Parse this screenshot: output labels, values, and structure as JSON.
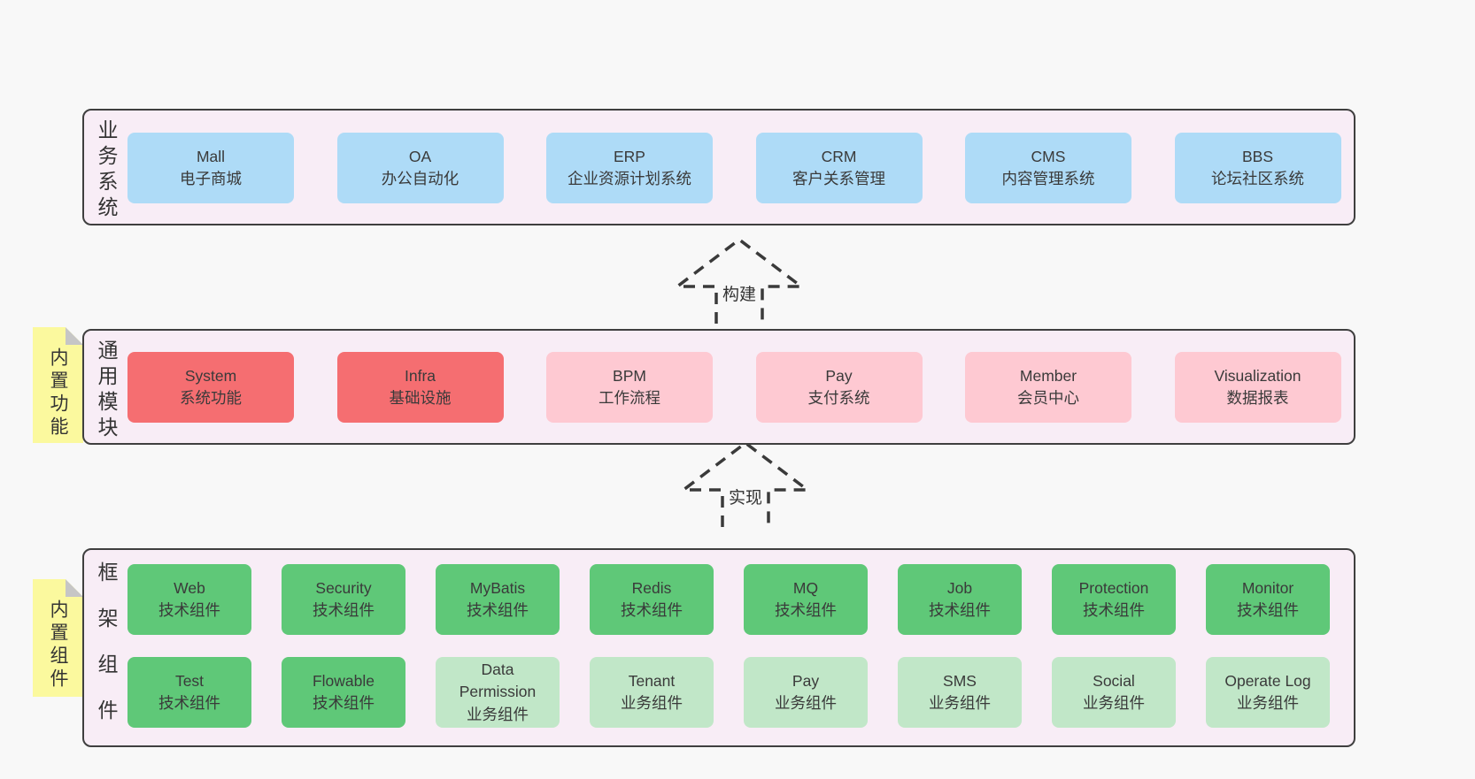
{
  "colors": {
    "page-bg": "#f8f8f8",
    "panel-bg": "#f8edf6",
    "panel-border": "#3f3f3f",
    "blue": "#aedbf7",
    "red": "#f56e71",
    "pink": "#fec9d2",
    "gdark": "#5fc878",
    "glight": "#c1e7c8",
    "sticky": "#fbf99e",
    "fold": "#c6c6c6",
    "arrow-dash": "#3a3a3a"
  },
  "panels": [
    {
      "label": "业务系统",
      "boxes": [
        {
          "en": "Mall",
          "zh": "电子商城",
          "color": "blue"
        },
        {
          "en": "OA",
          "zh": "办公自动化",
          "color": "blue"
        },
        {
          "en": "ERP",
          "zh": "企业资源计划系统",
          "color": "blue"
        },
        {
          "en": "CRM",
          "zh": "客户关系管理",
          "color": "blue"
        },
        {
          "en": "CMS",
          "zh": "内容管理系统",
          "color": "blue"
        },
        {
          "en": "BBS",
          "zh": "论坛社区系统",
          "color": "blue"
        }
      ]
    },
    {
      "label": "通用模块",
      "sticky": "内置功能",
      "boxes": [
        {
          "en": "System",
          "zh": "系统功能",
          "color": "red"
        },
        {
          "en": "Infra",
          "zh": "基础设施",
          "color": "red"
        },
        {
          "en": "BPM",
          "zh": "工作流程",
          "color": "pink"
        },
        {
          "en": "Pay",
          "zh": "支付系统",
          "color": "pink"
        },
        {
          "en": "Member",
          "zh": "会员中心",
          "color": "pink"
        },
        {
          "en": "Visualization",
          "zh": "数据报表",
          "color": "pink"
        }
      ]
    },
    {
      "label": "框架组件",
      "sticky": "内置组件",
      "box_rows": [
        [
          {
            "en": "Web",
            "zh": "技术组件",
            "color": "gdark"
          },
          {
            "en": "Security",
            "zh": "技术组件",
            "color": "gdark"
          },
          {
            "en": "MyBatis",
            "zh": "技术组件",
            "color": "gdark"
          },
          {
            "en": "Redis",
            "zh": "技术组件",
            "color": "gdark"
          },
          {
            "en": "MQ",
            "zh": "技术组件",
            "color": "gdark"
          },
          {
            "en": "Job",
            "zh": "技术组件",
            "color": "gdark"
          },
          {
            "en": "Protection",
            "zh": "技术组件",
            "color": "gdark"
          },
          {
            "en": "Monitor",
            "zh": "技术组件",
            "color": "gdark"
          }
        ],
        [
          {
            "en": "Test",
            "zh": "技术组件",
            "color": "gdark"
          },
          {
            "en": "Flowable",
            "zh": "技术组件",
            "color": "gdark"
          },
          {
            "en": "Data Permission",
            "zh": "业务组件",
            "color": "glight"
          },
          {
            "en": "Tenant",
            "zh": "业务组件",
            "color": "glight"
          },
          {
            "en": "Pay",
            "zh": "业务组件",
            "color": "glight"
          },
          {
            "en": "SMS",
            "zh": "业务组件",
            "color": "glight"
          },
          {
            "en": "Social",
            "zh": "业务组件",
            "color": "glight"
          },
          {
            "en": "Operate Log",
            "zh": "业务组件",
            "color": "glight"
          }
        ]
      ]
    }
  ],
  "arrows": [
    {
      "label": "构建"
    },
    {
      "label": "实现"
    }
  ]
}
